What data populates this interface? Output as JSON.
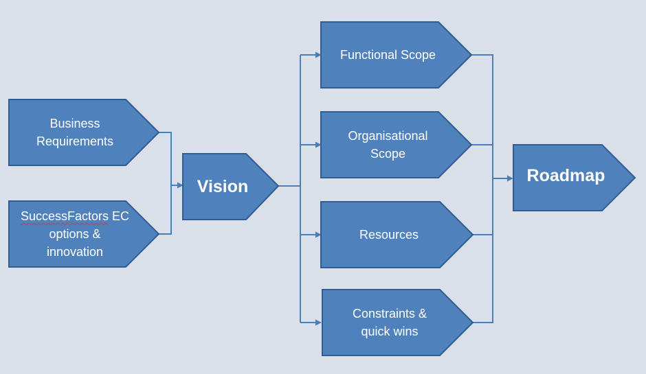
{
  "nodes": {
    "business_requirements": "Business\nRequirements",
    "successfactors_word": "SuccessFactors",
    "successfactors_rest": " EC\noptions &\ninnovation",
    "vision": "Vision",
    "functional_scope": "Functional Scope",
    "organisational_scope": "Organisational\nScope",
    "resources": "Resources",
    "constraints": "Constraints &\nquick wins",
    "roadmap": "Roadmap"
  },
  "colors": {
    "background": "#d9e0ea",
    "shape_fill": "#4f81bd",
    "shape_border": "#2f5d93",
    "connector": "#4a7ebb",
    "text": "#ffffff",
    "spellcheck_underline": "#d23a3a"
  }
}
